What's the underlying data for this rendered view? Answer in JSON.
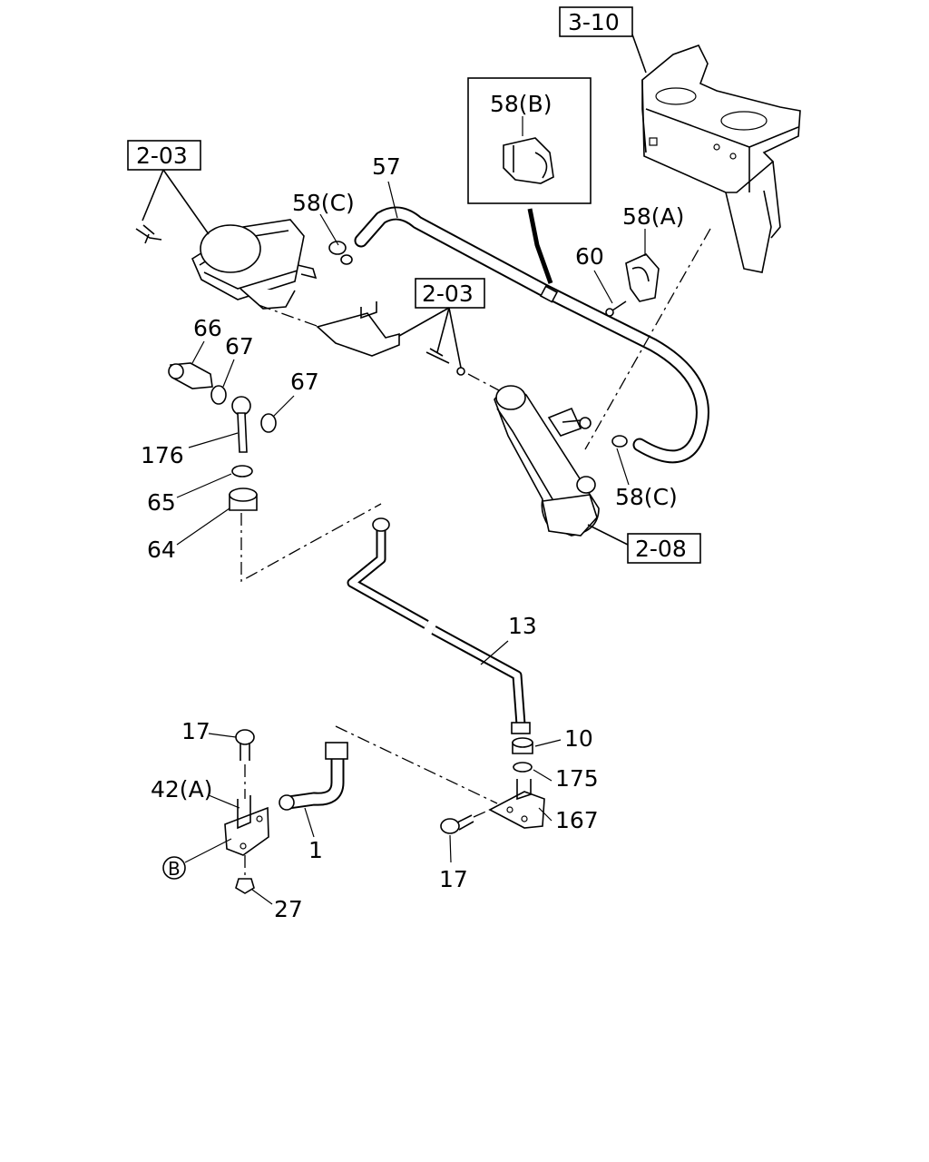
{
  "references": {
    "ref_3_10": "3-10",
    "ref_2_03_top": "2-03",
    "ref_2_03_mid": "2-03",
    "ref_2_08": "2-08"
  },
  "inset": {
    "label": "58(B)"
  },
  "callouts": {
    "c57": "57",
    "c58c_top": "58(C)",
    "c58a": "58(A)",
    "c60": "60",
    "c66": "66",
    "c67_a": "67",
    "c67_b": "67",
    "c176": "176",
    "c65": "65",
    "c64": "64",
    "c58c_right": "58(C)",
    "c13": "13",
    "c10": "10",
    "c175": "175",
    "c167": "167",
    "c17_top": "17",
    "c42a": "42(A)",
    "c1": "1",
    "c17_bottom": "17",
    "c27": "27",
    "cB": "B"
  }
}
